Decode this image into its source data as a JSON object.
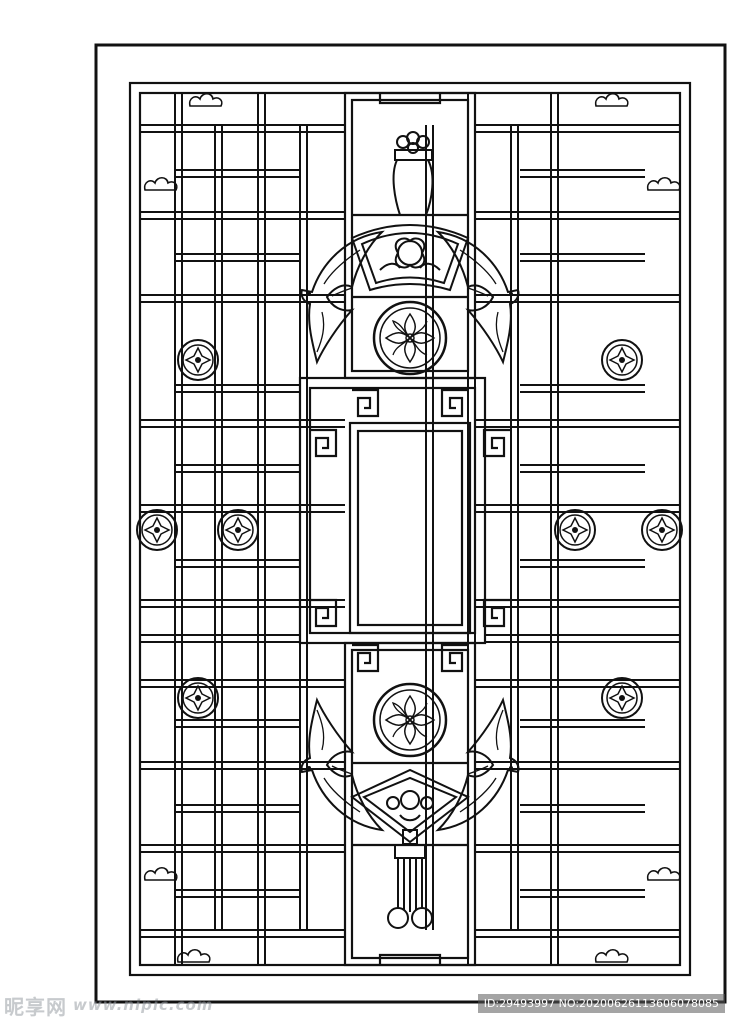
{
  "colors": {
    "ink": "#111111",
    "paper": "#ffffff",
    "watermark": "#9aa0a6"
  },
  "ornaments": {
    "vase": "vase-icon",
    "fan": "fan-icon",
    "bat": "bat-icon",
    "rosette": "rosette-icon",
    "cloud": "cloud-icon",
    "meander": "fret-icon",
    "tassel": "tassel-icon"
  },
  "watermark": {
    "logo": "昵享网",
    "url": "www.nipic.com",
    "id_text": "ID:29493997 NO:20200626113606078085"
  }
}
